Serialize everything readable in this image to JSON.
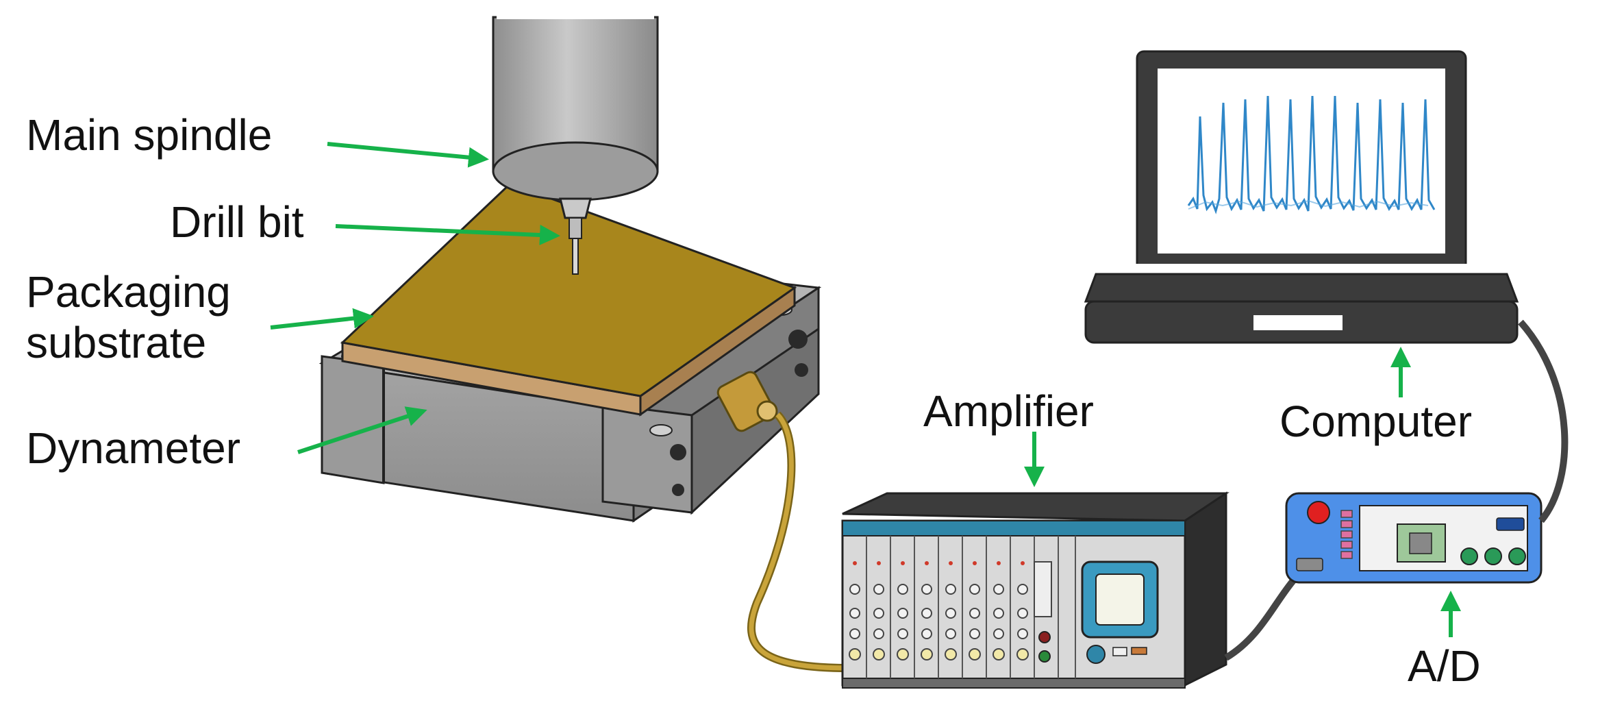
{
  "labels": {
    "main_spindle": "Main spindle",
    "drill_bit": "Drill bit",
    "packaging_substrate_line1": "Packaging",
    "packaging_substrate_line2": "substrate",
    "dynameter": "Dynameter",
    "amplifier": "Amplifier",
    "computer": "Computer",
    "ad": "A/D"
  },
  "colors": {
    "arrow": "#16b24a",
    "substrate_top": "#a8861c",
    "substrate_edge": "#c8a070",
    "dynameter_body": "#9a9a9a",
    "spindle": "#a8a8a8",
    "cable": "#b8962a",
    "signal": "#2f87c8",
    "ad_box": "#4e90e8",
    "laptop": "#3b3b3b",
    "amplifier_panel": "#d9d9d9",
    "amplifier_header": "#2f86a8"
  }
}
